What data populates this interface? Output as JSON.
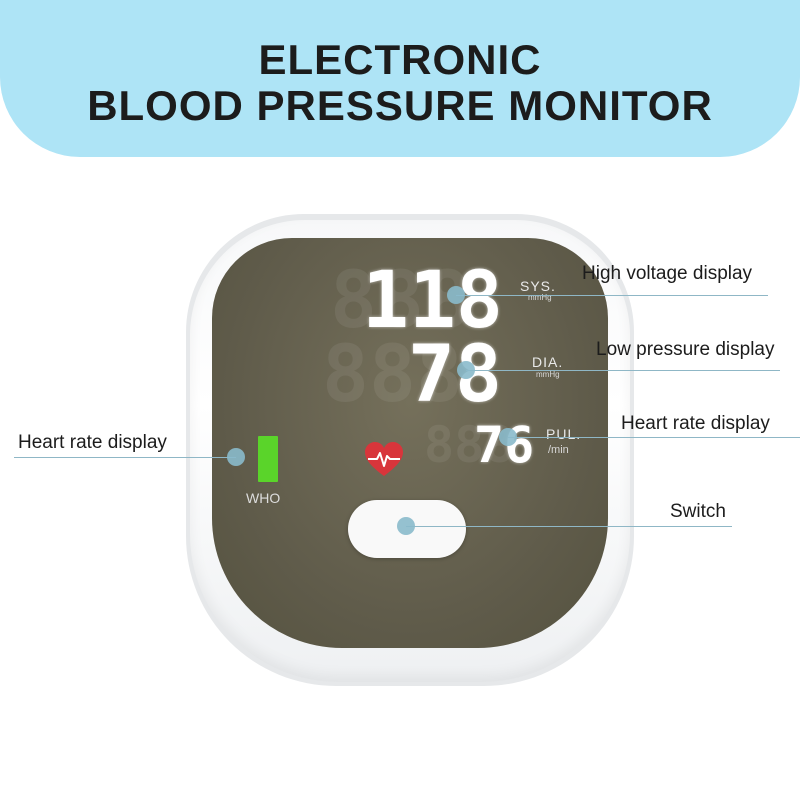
{
  "title": {
    "line1": "ELECTRONIC",
    "line2": "BLOOD PRESSURE MONITOR"
  },
  "display": {
    "systolic": "118",
    "diastolic": "78",
    "pulse": "76",
    "sys_label": "SYS.",
    "sys_unit": "mmHg",
    "dia_label": "DIA.",
    "dia_unit": "mmHg",
    "pul_label": "PUL.",
    "pul_unit": "/min",
    "who_label": "WHO"
  },
  "callouts": {
    "high": "High voltage display",
    "low": "Low pressure display",
    "heart_right": "Heart rate display",
    "heart_left": "Heart rate display",
    "switch": "Switch"
  },
  "colors": {
    "banner": "#aee4f6",
    "screen": "#625e4c",
    "who_indicator": "#5ad42a",
    "heart": "#d8353b",
    "leader": "#8fb7c6"
  },
  "icons": {
    "heart": "heart-icon",
    "switch": "power-button"
  }
}
